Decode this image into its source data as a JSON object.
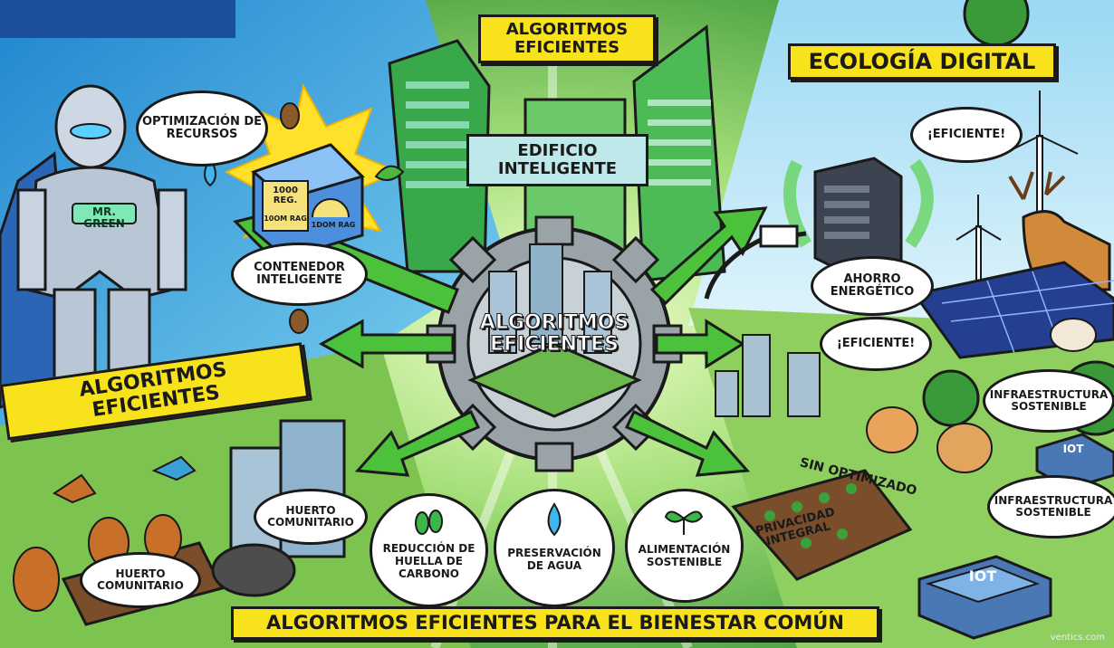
{
  "labels": {
    "top_title": "ALGORITMOS EFICIENTES",
    "ecologia": "ECOLOGÍA DIGITAL",
    "optimizacion": "OPTIMIZACIÓN DE RECURSOS",
    "edificio": "EDIFICIO INTELIGENTE",
    "mr_green": "MR. GREEN",
    "box_reg_1": "1000 REG.",
    "box_reg_2": "10OM RAG",
    "box_reg_3": "1DOM RAG",
    "contenedor": "CONTENEDOR INTELIGENTE",
    "eficiente_1": "¡EFICIENTE!",
    "eficiente_2": "¡EFICIENTE!",
    "ahorro": "AHORRO ENERGÉTICO",
    "center": "ALGORITMOS EFICIENTES",
    "left_banner": "ALGORITMOS EFICIENTES",
    "infra_1": "INFRAESTRUCTURA SOSTENIBLE",
    "infra_2": "INFRAESTRUCTURA SOSTENIBLE",
    "iot_1": "IOT",
    "iot_2": "IOT",
    "huerto_1": "HUERTO COMUNITARIO",
    "huerto_2": "HUERTO COMUNITARIO",
    "reduccion": "REDUCCIÓN DE HUELLA DE CARBONO",
    "preservacion": "PRESERVACIÓN DE AGUA",
    "alimentacion": "ALIMENTACIÓN SOSTENIBLE",
    "sin_optimizado": "SIN OPTIMIZADO",
    "privacidad": "PRIVACIDAD INTEGRAL",
    "bottom_banner": "ALGORITMOS EFICIENTES PARA EL BIENESTAR COMÚN",
    "watermark": "ventics.com"
  },
  "colors": {
    "yellow": "#f7e21b",
    "green": "#4cb63f",
    "sky": "#2aa3d8",
    "ink": "#1a1a1a"
  },
  "icons": [
    "robot-hero",
    "water-drop",
    "footprints",
    "leaf-sprout",
    "gear",
    "server",
    "plug",
    "solar-panel",
    "wind-turbine",
    "deer",
    "squirrel",
    "badger",
    "cat",
    "dog",
    "rabbit",
    "bird",
    "iot-device"
  ]
}
